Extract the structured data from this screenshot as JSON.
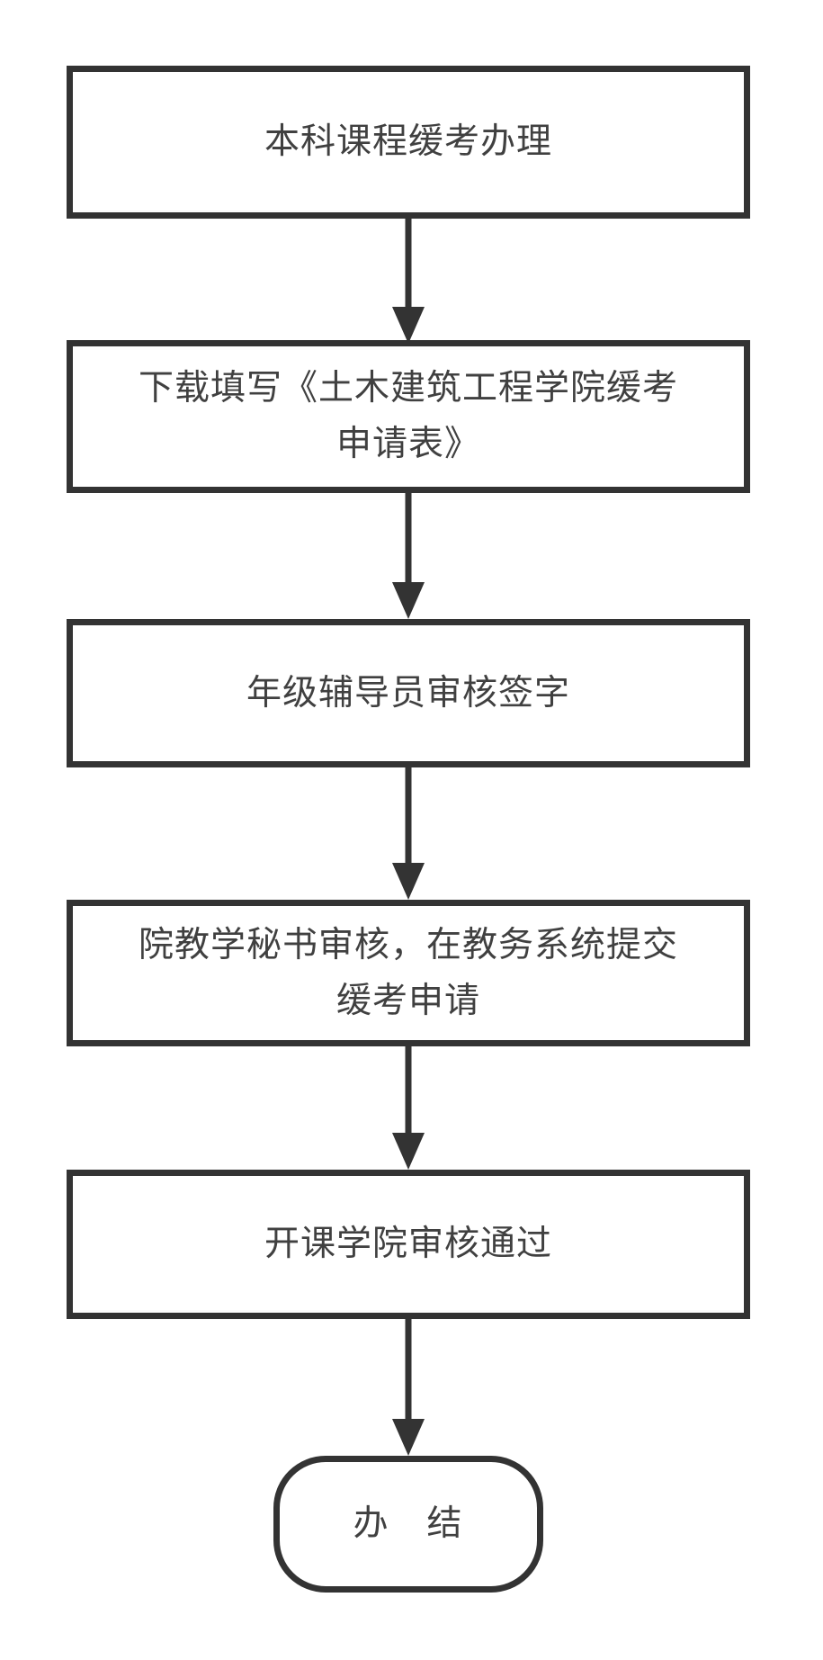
{
  "flowchart": {
    "background_color": "#ffffff",
    "line_color": "#333333",
    "text_color": "#404040",
    "nodes": [
      {
        "id": "title",
        "shape": "rect",
        "label": "本科课程缓考办理"
      },
      {
        "id": "step-download-form",
        "shape": "rect",
        "label": "下载填写《土木建筑工程学院缓考\n申请表》"
      },
      {
        "id": "step-counselor-review",
        "shape": "rect",
        "label": "年级辅导员审核签字"
      },
      {
        "id": "step-secretary-review",
        "shape": "rect",
        "label": "院教学秘书审核，在教务系统提交\n缓考申请"
      },
      {
        "id": "step-college-approval",
        "shape": "rect",
        "label": "开课学院审核通过"
      },
      {
        "id": "end",
        "shape": "rounded",
        "label": "办　结"
      }
    ],
    "edges": [
      {
        "from": "title",
        "to": "step-download-form"
      },
      {
        "from": "step-download-form",
        "to": "step-counselor-review"
      },
      {
        "from": "step-counselor-review",
        "to": "step-secretary-review"
      },
      {
        "from": "step-secretary-review",
        "to": "step-college-approval"
      },
      {
        "from": "step-college-approval",
        "to": "end"
      }
    ]
  }
}
